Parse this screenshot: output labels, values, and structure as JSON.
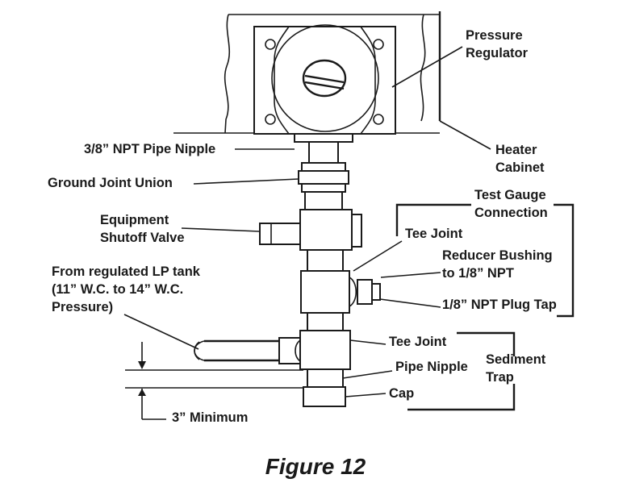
{
  "labels": {
    "pressure_regulator": [
      "Pressure",
      "Regulator"
    ],
    "heater_cabinet": [
      "Heater",
      "Cabinet"
    ],
    "pipe_nipple_38": "3/8” NPT Pipe Nipple",
    "ground_joint_union": "Ground Joint Union",
    "test_gauge_connection": [
      "Test Gauge",
      "Connection"
    ],
    "equipment_shutoff_valve": [
      "Equipment",
      "Shutoff Valve"
    ],
    "tee_joint_upper": "Tee Joint",
    "reducer_bushing": [
      "Reducer Bushing",
      "to 1/8” NPT"
    ],
    "from_lp_tank": [
      "From regulated LP tank",
      "(11” W.C. to 14” W.C.",
      "Pressure)"
    ],
    "plug_tap": "1/8” NPT Plug Tap",
    "tee_joint_lower": "Tee Joint",
    "pipe_nipple": "Pipe Nipple",
    "sediment_trap": [
      "Sediment",
      "Trap"
    ],
    "cap": "Cap",
    "minimum": "3” Minimum"
  },
  "caption": "Figure 12"
}
